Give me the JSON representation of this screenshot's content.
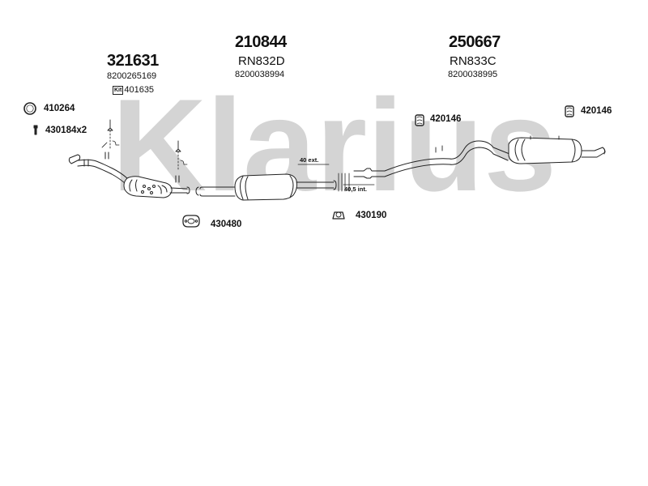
{
  "watermark": "Klarius",
  "sections": [
    {
      "part_no": "321631",
      "oem": "8200265169",
      "kit_icon": "Kit",
      "kit_no": "401635"
    },
    {
      "part_no": "210844",
      "ref": "RN832D",
      "oem": "8200038994"
    },
    {
      "part_no": "250667",
      "ref": "RN833C",
      "oem": "8200038995"
    }
  ],
  "callouts": {
    "ring": "410264",
    "bolt": "430184x2",
    "clamp_mid": "420146",
    "clamp_rear": "420146",
    "gasket": "430480",
    "mount": "430190"
  },
  "dimensions": {
    "ext": "40 ext.",
    "int": "40,5 int."
  },
  "icons": {
    "ring": "ring-icon",
    "bolt": "bolt-icon",
    "clamp": "clamp-icon",
    "gasket": "gasket-icon",
    "mount": "rubber-mount-icon"
  },
  "colors": {
    "watermark": "#d4d4d4",
    "line": "#222222"
  }
}
